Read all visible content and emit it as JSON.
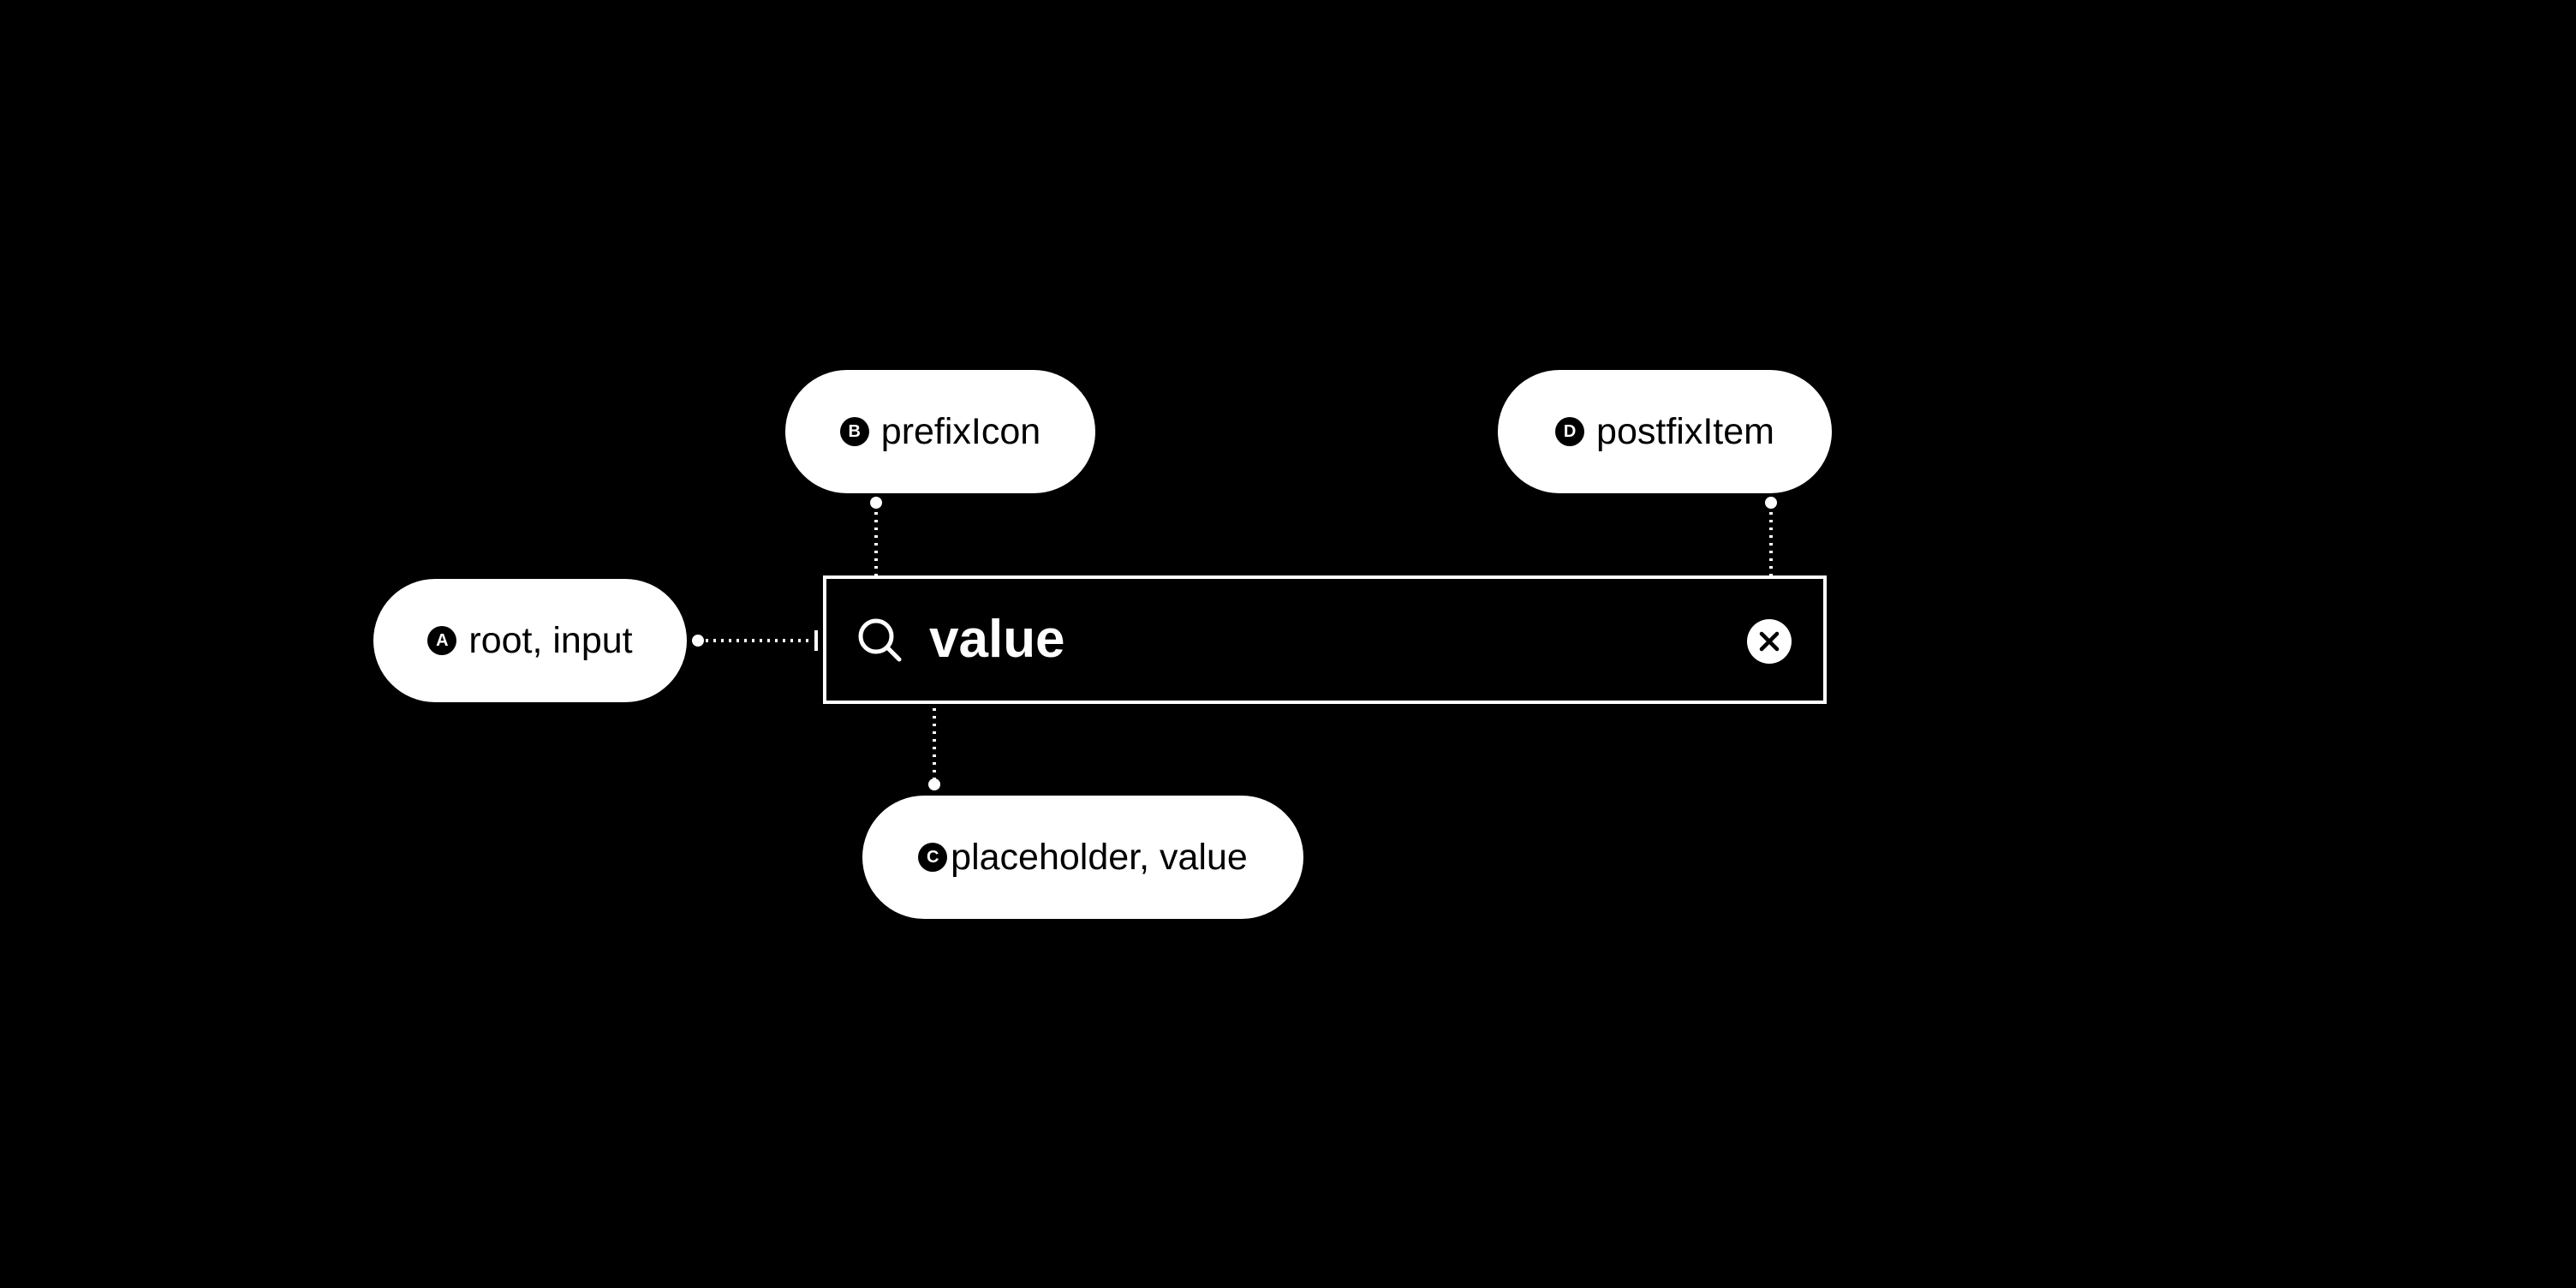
{
  "callouts": {
    "a": {
      "badge": "A",
      "label": "root, input"
    },
    "b": {
      "badge": "B",
      "label": "prefixIcon"
    },
    "c": {
      "badge": "C",
      "label": "placeholder, value"
    },
    "d": {
      "badge": "D",
      "label": "postfixItem"
    }
  },
  "input": {
    "value": "value",
    "prefix_icon": "search-icon",
    "postfix_icon": "close-circle-icon"
  },
  "colors": {
    "background": "#000000",
    "foreground": "#ffffff"
  }
}
